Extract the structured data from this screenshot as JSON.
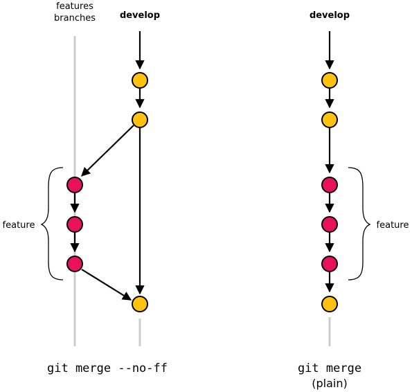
{
  "left": {
    "features_label_line1": "features",
    "features_label_line2": "branches",
    "develop_label": "develop",
    "feature_label": "feature",
    "caption": "git merge --no-ff"
  },
  "right": {
    "develop_label": "develop",
    "feature_label": "feature",
    "caption_line1": "git merge",
    "caption_line2": "(plain)"
  },
  "colors": {
    "develop_commit": "#FFC30F",
    "feature_commit": "#E8125C",
    "branch_line": "#CCCCCC",
    "arrow": "#000000"
  }
}
